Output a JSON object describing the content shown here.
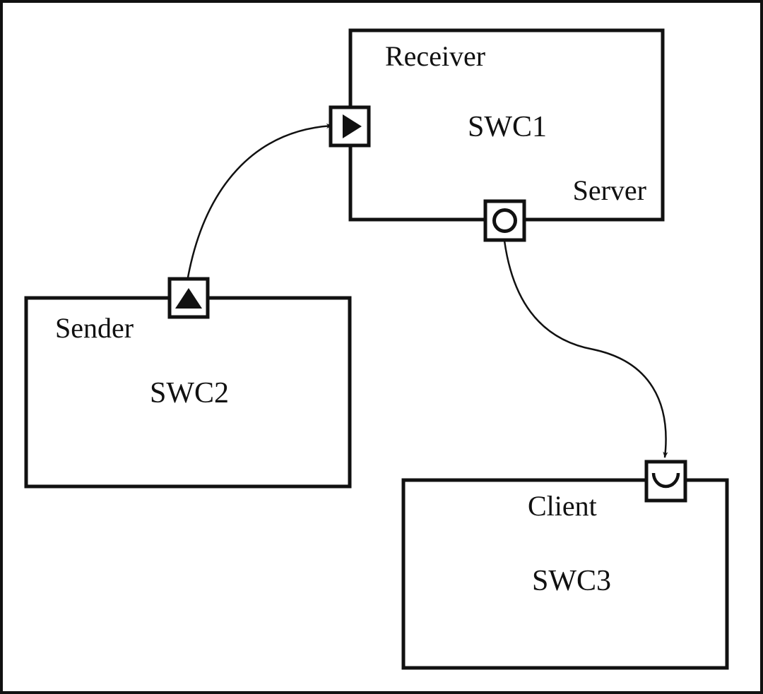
{
  "colors": {
    "line": "#111111",
    "background": "#ffffff"
  },
  "components": {
    "swc1": {
      "name": "SWC1",
      "port_label": "Receiver",
      "second_port_label": "Server"
    },
    "swc2": {
      "name": "SWC2",
      "port_label": "Sender"
    },
    "swc3": {
      "name": "SWC3",
      "port_label": "Client"
    }
  },
  "ports": {
    "receiver": {
      "icon": "filled-right-triangle-icon"
    },
    "sender": {
      "icon": "filled-up-triangle-icon"
    },
    "server": {
      "icon": "circle-icon"
    },
    "client": {
      "icon": "half-circle-cup-icon"
    }
  },
  "connections": [
    {
      "from": "Sender",
      "to": "Receiver"
    },
    {
      "from": "Server",
      "to": "Client"
    }
  ]
}
